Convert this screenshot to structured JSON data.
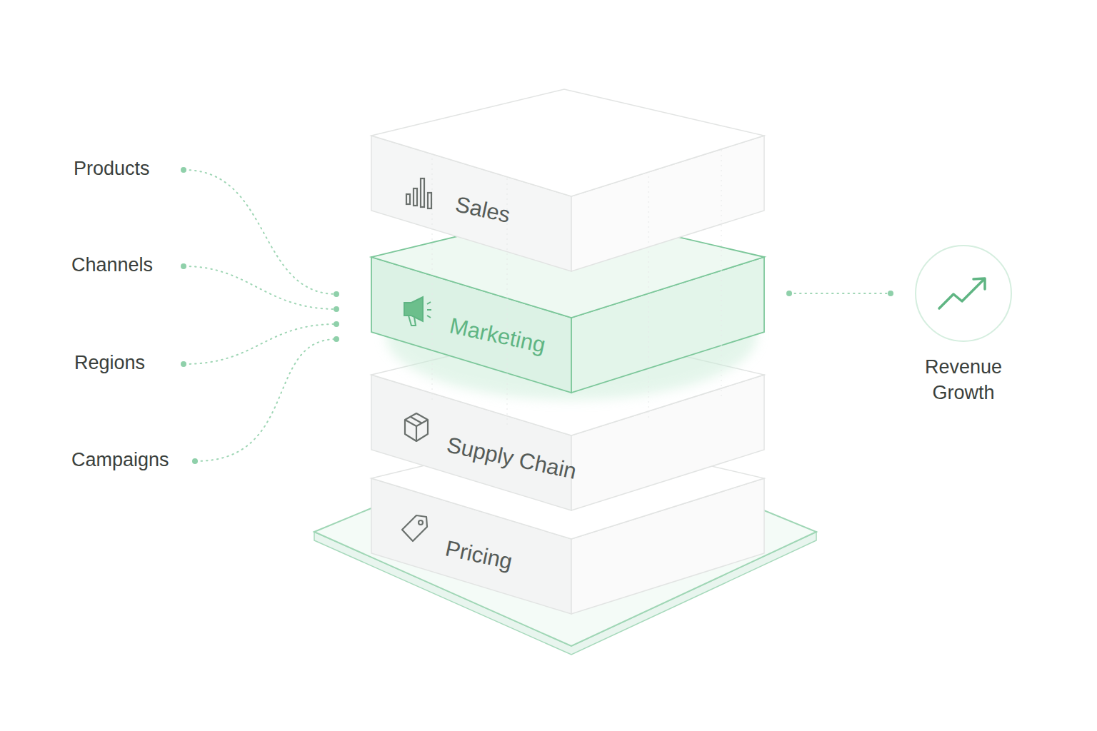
{
  "diagram": {
    "nodes": [
      {
        "text": [
          "Sales"
        ]
      },
      {
        "text": [
          "Marketing"
        ]
      },
      {
        "text": [
          "Supply Chain"
        ]
      },
      {
        "text": [
          "Pricing"
        ]
      },
      {
        "text": [
          "Revenue Growth"
        ]
      }
    ],
    "edges": [
      {
        "from": 1,
        "to": 4,
        "arrow": "none"
      }
    ],
    "labels": [
      "Products",
      "Channels",
      "Regions",
      "Campaigns"
    ]
  }
}
